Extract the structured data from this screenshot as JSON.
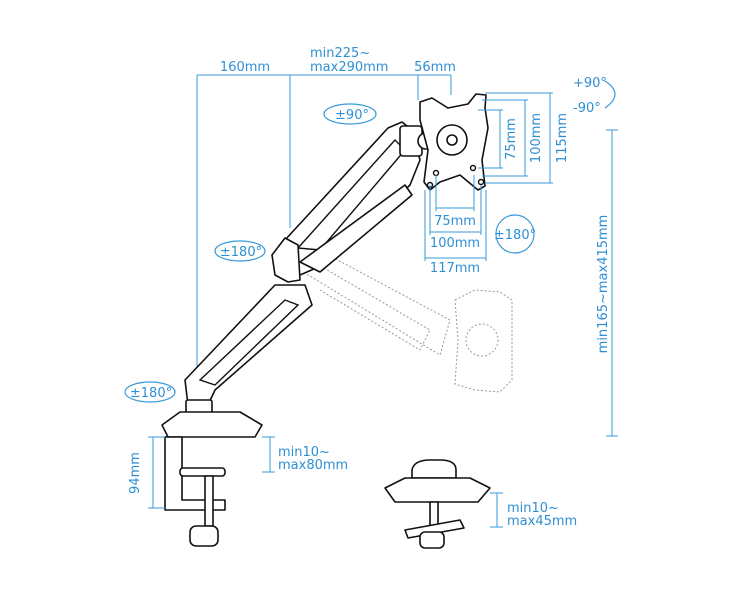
{
  "title": "Monitor arm dimensions",
  "dimensions": {
    "arm_base_offset": "160mm",
    "arm_reach_min": "min225~",
    "arm_reach_max": "max290mm",
    "head_offset": "56mm",
    "vesa_small_v": "75mm",
    "vesa_large_v": "100mm",
    "plate_height": "115mm",
    "vesa_small_h": "75mm",
    "vesa_large_h": "100mm",
    "plate_width": "117mm",
    "height_range": "min165~max415mm",
    "clamp_range_min": "min10~",
    "clamp_range_max": "max80mm",
    "clamp_height": "94mm",
    "grommet_range_min": "min10~",
    "grommet_range_max": "max45mm"
  },
  "rotations": {
    "head_swivel": "±90°",
    "elbow_swivel": "±180°",
    "base_swivel": "±180°",
    "plate_rotation": "±180°",
    "tilt_up": "+90°",
    "tilt_down": "-90°"
  },
  "colors": {
    "dimension": "#3a9ad9",
    "ink": "#111111"
  }
}
